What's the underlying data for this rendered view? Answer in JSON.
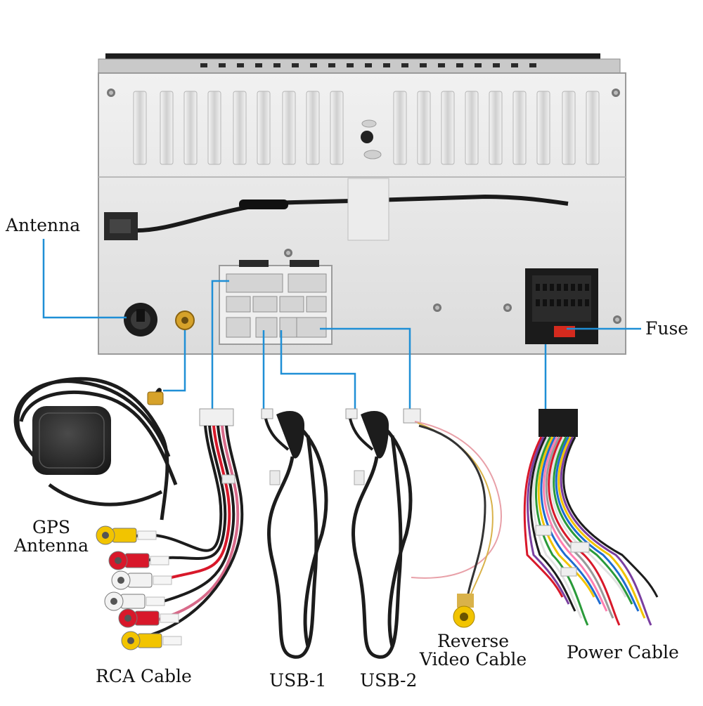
{
  "colors": {
    "callout_line": "#1f8fd6",
    "label_text": "#111111",
    "chassis": "#e3e3e3",
    "chassis_edge": "#9a9a9a",
    "cable": "#1c1c1c",
    "rca_yellow": "#f2c400",
    "rca_red": "#d8182a",
    "rca_white": "#f2f2f2",
    "fuse": "#d42a1e"
  },
  "labels": {
    "antenna": "Antenna",
    "fuse": "Fuse",
    "gps_line1": "GPS",
    "gps_line2": "Antenna",
    "rca_cable": "RCA Cable",
    "usb1": "USB-1",
    "usb2": "USB-2",
    "reverse_line1": "Reverse",
    "reverse_line2": "Video Cable",
    "power_cable": "Power Cable"
  },
  "icons": {
    "head_unit": "head-unit-rear-panel-icon",
    "gps_antenna": "gps-puck-antenna-icon",
    "rca": "rca-harness-icon",
    "usb": "usb-cable-icon",
    "reverse": "reverse-camera-cable-icon",
    "power": "power-harness-icon"
  }
}
